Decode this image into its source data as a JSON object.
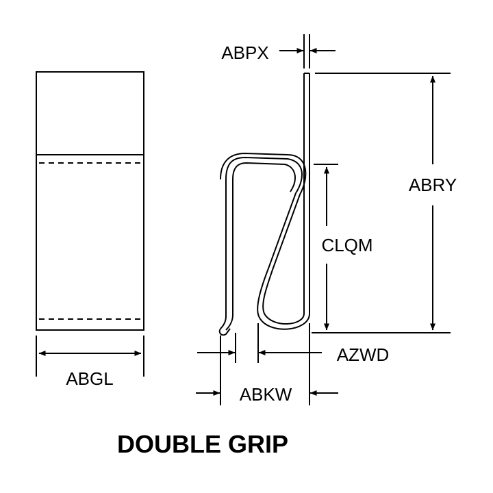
{
  "title": "DOUBLE GRIP",
  "dimensions": {
    "width_side": "ABGL",
    "thickness": "ABPX",
    "overall_height": "ABRY",
    "grip_length": "CLQM",
    "inner_gap": "AZWD",
    "base_width": "ABKW"
  }
}
